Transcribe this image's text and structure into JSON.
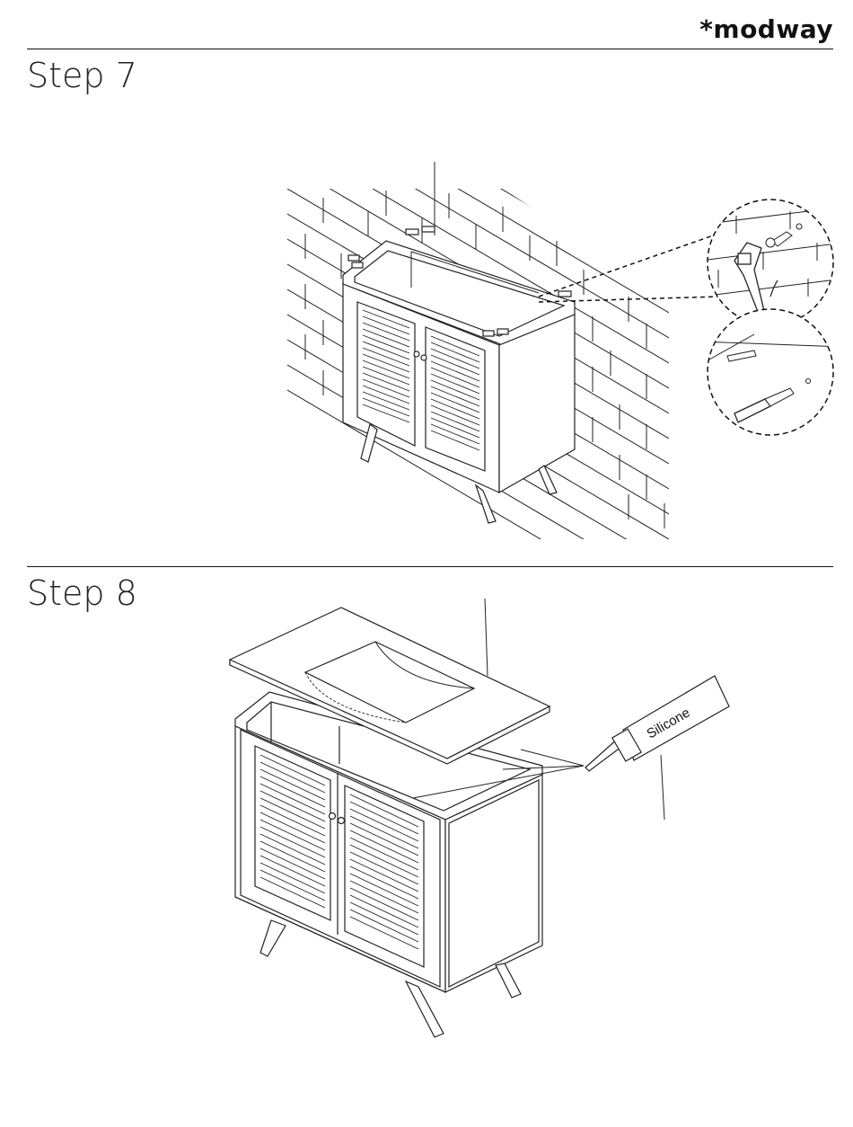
{
  "header": {
    "brand": "*modway"
  },
  "steps": [
    {
      "title": "Step 7"
    },
    {
      "title": "Step 8"
    }
  ],
  "step8": {
    "tube_label": "Silicone"
  }
}
